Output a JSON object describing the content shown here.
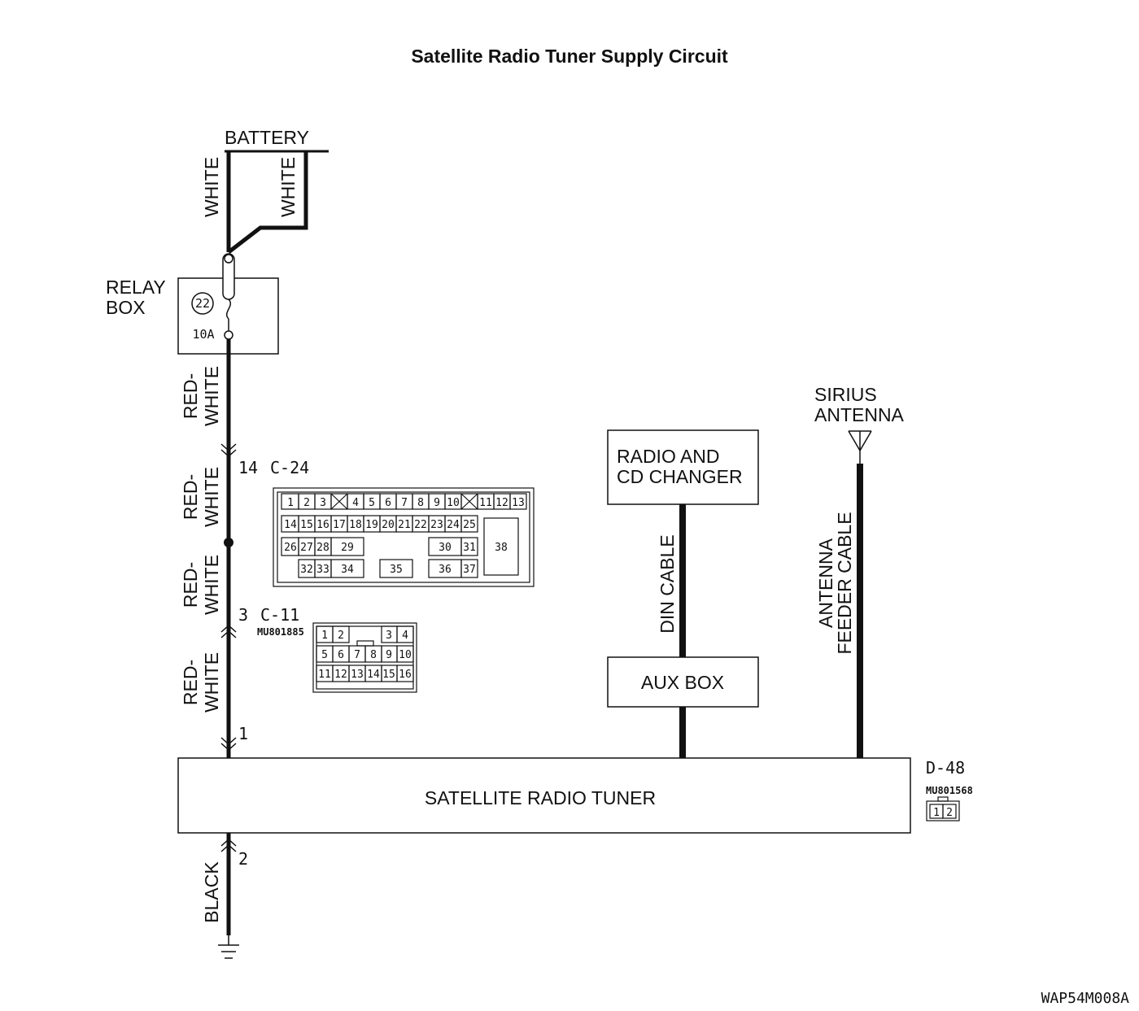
{
  "title": "Satellite Radio Tuner Supply Circuit",
  "battery_label": "BATTERY",
  "wire_white": "WHITE",
  "wire_red_white_1": "RED-",
  "wire_red_white_2": "WHITE",
  "wire_black": "BLACK",
  "relay_box_line1": "RELAY",
  "relay_box_line2": "BOX",
  "fuse_number": "22",
  "fuse_rating": "10A",
  "connector_c24": {
    "pin": "14",
    "name": "C-24",
    "pins": [
      "1",
      "2",
      "3",
      "4",
      "5",
      "6",
      "7",
      "8",
      "9",
      "10",
      "11",
      "12",
      "13",
      "14",
      "15",
      "16",
      "17",
      "18",
      "19",
      "20",
      "21",
      "22",
      "23",
      "24",
      "25",
      "26",
      "27",
      "28",
      "29",
      "30",
      "31",
      "32",
      "33",
      "34",
      "35",
      "36",
      "37",
      "38"
    ]
  },
  "connector_c11": {
    "pin": "3",
    "name": "C-11",
    "part": "MU801885",
    "pins": [
      "1",
      "2",
      "3",
      "4",
      "5",
      "6",
      "7",
      "8",
      "9",
      "10",
      "11",
      "12",
      "13",
      "14",
      "15",
      "16"
    ]
  },
  "tuner_pin_top": "1",
  "tuner_pin_bottom": "2",
  "tuner_label": "SATELLITE RADIO TUNER",
  "connector_d48": {
    "name": "D-48",
    "part": "MU801568",
    "pins": [
      "1",
      "2"
    ]
  },
  "radio_line1": "RADIO AND",
  "radio_line2": "CD CHANGER",
  "aux_box": "AUX BOX",
  "din_cable": "DIN CABLE",
  "antenna_line1": "SIRIUS",
  "antenna_line2": "ANTENNA",
  "feeder_line1": "ANTENNA",
  "feeder_line2": "FEEDER CABLE",
  "figure_code": "WAP54M008A"
}
